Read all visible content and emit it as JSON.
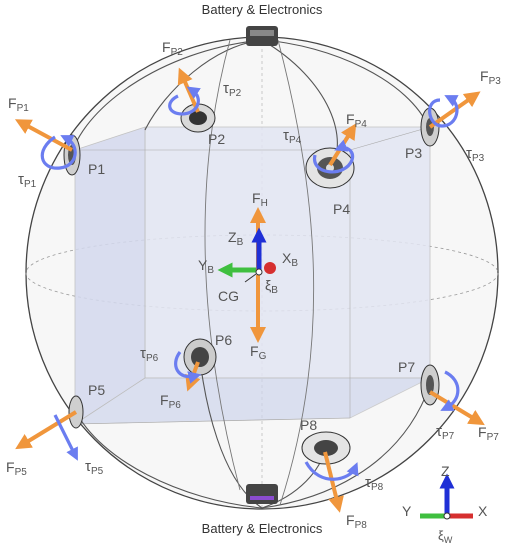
{
  "captions": {
    "top": "Battery & Electronics",
    "bottom": "Battery & Electronics"
  },
  "points": [
    "P1",
    "P2",
    "P3",
    "P4",
    "P5",
    "P6",
    "P7",
    "P8"
  ],
  "forces": {
    "p1": {
      "main": "F",
      "sub": "P1"
    },
    "p2": {
      "main": "F",
      "sub": "P2"
    },
    "p3": {
      "main": "F",
      "sub": "P3"
    },
    "p4": {
      "main": "F",
      "sub": "P4"
    },
    "p5": {
      "main": "F",
      "sub": "P5"
    },
    "p6": {
      "main": "F",
      "sub": "P6"
    },
    "p7": {
      "main": "F",
      "sub": "P7"
    },
    "p8": {
      "main": "F",
      "sub": "P8"
    },
    "h": {
      "main": "F",
      "sub": "H"
    },
    "g": {
      "main": "F",
      "sub": "G"
    }
  },
  "torques": {
    "p1": {
      "main": "τ",
      "sub": "P1"
    },
    "p2": {
      "main": "τ",
      "sub": "P2"
    },
    "p3": {
      "main": "τ",
      "sub": "P3"
    },
    "p4": {
      "main": "τ",
      "sub": "P4"
    },
    "p5": {
      "main": "τ",
      "sub": "P5"
    },
    "p6": {
      "main": "τ",
      "sub": "P6"
    },
    "p7": {
      "main": "τ",
      "sub": "P7"
    },
    "p8": {
      "main": "τ",
      "sub": "P8"
    }
  },
  "body_frame": {
    "z": {
      "main": "Z",
      "sub": "B"
    },
    "x": {
      "main": "X",
      "sub": "B"
    },
    "y": {
      "main": "Y",
      "sub": "B"
    },
    "origin": {
      "main": "ξ",
      "sub": "B"
    },
    "cg": "CG"
  },
  "world_frame": {
    "z": "Z",
    "x": "X",
    "y": "Y",
    "origin": {
      "main": "ξ",
      "sub": "W"
    }
  },
  "colors": {
    "force_arrow": "#f0963c",
    "torque_arrow": "#6b7df0",
    "z_axis": "#1f2fd6",
    "x_axis": "#d62f2f",
    "y_axis": "#3fbf3f",
    "cube_fill": "#dde2f3",
    "sphere_line": "#444444"
  }
}
